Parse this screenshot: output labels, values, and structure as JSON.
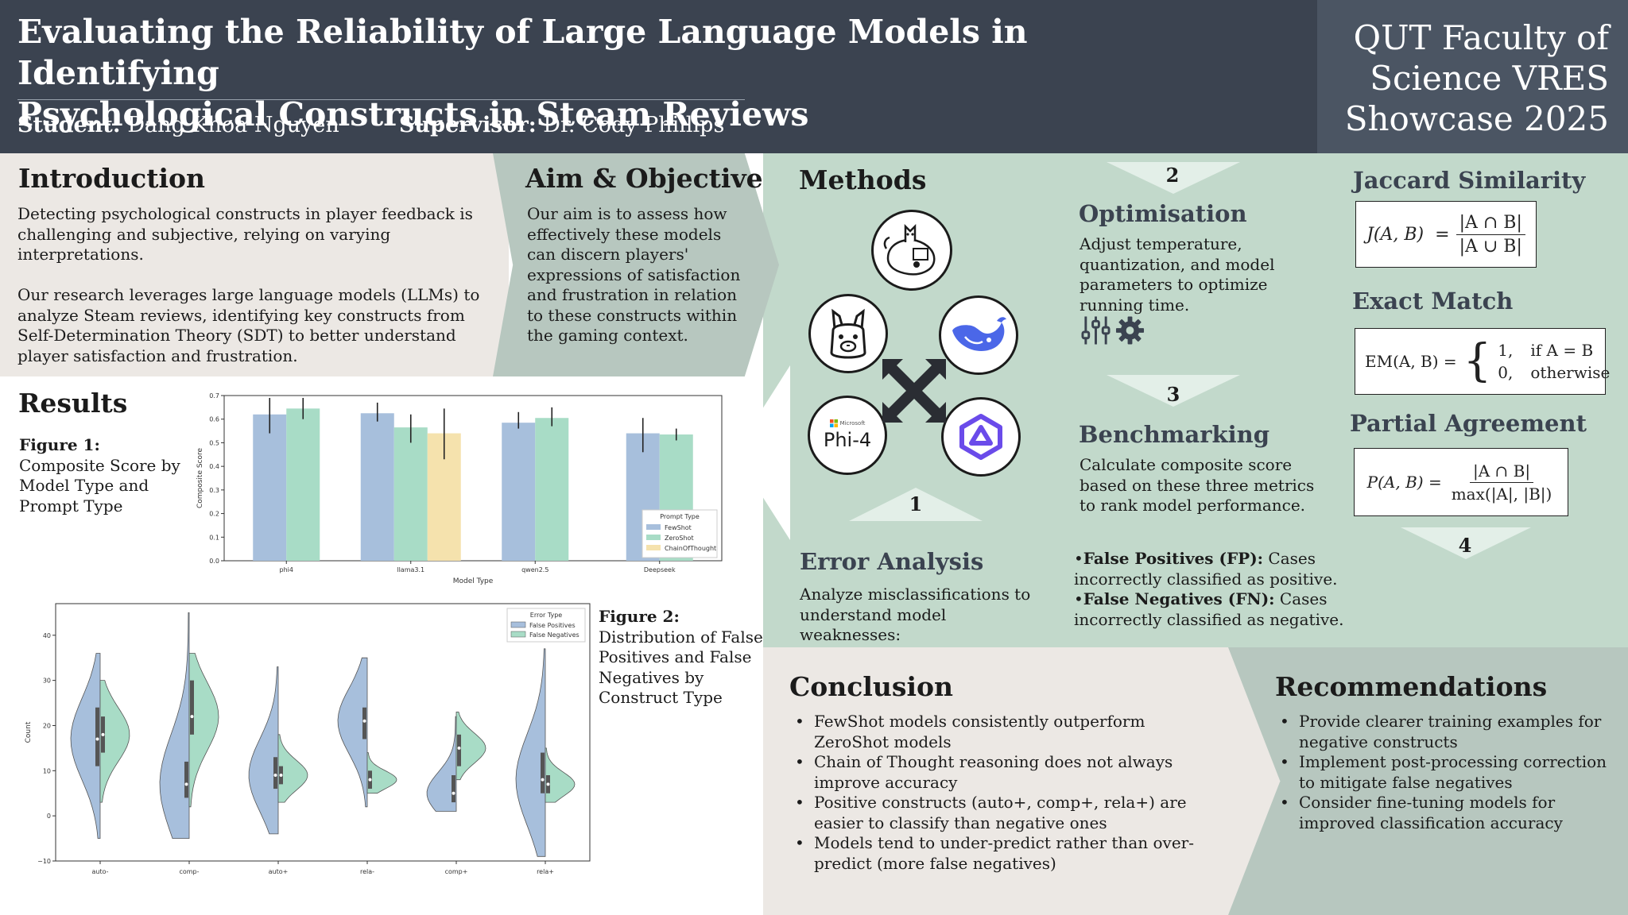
{
  "header": {
    "title_line1": "Evaluating the Reliability of Large Language Models in Identifying",
    "title_line2": "Psychological Constructs in Steam Reviews",
    "student_label": "Student:",
    "student_name": "Dang Khoa Nguyen",
    "supervisor_label": "Supervisor:",
    "supervisor_name": "Dr. Cody Phillips",
    "conference": "QUT Faculty of Science VRES Showcase 2025",
    "colors": {
      "bar": "#3b4350",
      "bar_right": "#4b5563"
    }
  },
  "introduction": {
    "heading": "Introduction",
    "p1": "Detecting psychological constructs in player feedback is challenging and subjective, relying on varying interpretations.",
    "p2": "Our research leverages large language models (LLMs) to analyze Steam reviews, identifying key constructs from Self-Determination Theory (SDT) to better understand player satisfaction and frustration."
  },
  "aim": {
    "heading": "Aim & Objective",
    "text": "Our aim is to assess how effectively these models can discern players' expressions of satisfaction and frustration in relation to these constructs within the gaming context."
  },
  "methods": {
    "heading": "Methods",
    "logos": [
      "ollama-whale-icon",
      "llama-icon",
      "deepseek-whale-icon",
      "phi-4-logo",
      "qwen-icon"
    ],
    "phi_label": "Phi-4",
    "phi_brand": "Microsoft",
    "steps": {
      "n1": "1",
      "n2": "2",
      "n3": "3",
      "n4": "4",
      "optimisation_title": "Optimisation",
      "optimisation_text": "Adjust temperature, quantization, and model parameters to optimize running time.",
      "benchmarking_title": "Benchmarking",
      "benchmarking_text": "Calculate composite score based on these three metrics to rank model performance.",
      "error_title": "Error Analysis",
      "error_text": "Analyze misclassifications to understand model weaknesses:",
      "fp_label": "False Positives (FP):",
      "fp_text": " Cases incorrectly classified as positive.",
      "fn_label": "False Negatives (FN):",
      "fn_text": " Cases incorrectly classified as negative."
    },
    "metrics": {
      "jaccard_title": "Jaccard Similarity",
      "jaccard_lhs": "J(A, B)  =",
      "jaccard_num": "|A ∩ B|",
      "jaccard_den": "|A ∪ B|",
      "exact_title": "Exact Match",
      "exact_lhs": "EM(A, B) =",
      "exact_case1_val": "1,",
      "exact_case1_cond": "if A = B",
      "exact_case2_val": "0,",
      "exact_case2_cond": "otherwise",
      "partial_title": "Partial Agreement",
      "partial_lhs": "P(A, B) =",
      "partial_num": "|A ∩ B|",
      "partial_den": "max(|A|, |B|)"
    }
  },
  "results": {
    "heading": "Results",
    "fig1_label": "Figure 1:",
    "fig1_caption": " Composite Score by Model Type and Prompt Type",
    "fig2_label": "Figure 2:",
    "fig2_caption": " Distribution of False Positives and False Negatives by Construct Type"
  },
  "chart_data": [
    {
      "type": "bar",
      "title": "",
      "xlabel": "Model Type",
      "ylabel": "Composite Score",
      "ylim": [
        0,
        0.7
      ],
      "yticks": [
        "0.0",
        "0.1",
        "0.2",
        "0.3",
        "0.4",
        "0.5",
        "0.6",
        "0.7"
      ],
      "categories": [
        "phi4",
        "llama3.1",
        "qwen2.5",
        "Deepseek"
      ],
      "legend_title": "Prompt Type",
      "legend_position": "lower-right",
      "series": [
        {
          "name": "FewShot",
          "color": "#a7bfdc",
          "values": [
            0.62,
            0.625,
            0.585,
            0.54
          ],
          "errors": [
            [
              0.54,
              0.69
            ],
            [
              0.59,
              0.67
            ],
            [
              0.56,
              0.63
            ],
            [
              0.46,
              0.605
            ]
          ]
        },
        {
          "name": "ZeroShot",
          "color": "#a8dcc6",
          "values": [
            0.645,
            0.565,
            0.605,
            0.535
          ],
          "errors": [
            [
              0.6,
              0.69
            ],
            [
              0.5,
              0.62
            ],
            [
              0.57,
              0.65
            ],
            [
              0.51,
              0.56
            ]
          ]
        },
        {
          "name": "ChainOfThought",
          "color": "#f5e2ad",
          "values": [
            null,
            0.54,
            null,
            null
          ],
          "errors": [
            null,
            [
              0.43,
              0.645
            ],
            null,
            null
          ]
        }
      ]
    },
    {
      "type": "violin",
      "title": "",
      "xlabel": "",
      "ylabel": "Count",
      "ylim": [
        -10,
        47
      ],
      "yticks": [
        "−10",
        "0",
        "10",
        "20",
        "30",
        "40"
      ],
      "categories": [
        "auto-",
        "comp-",
        "auto+",
        "rela-",
        "comp+",
        "rela+"
      ],
      "legend_title": "Error Type",
      "legend_position": "top-right",
      "series": [
        {
          "name": "False Positives",
          "color": "#a7bfdc",
          "ranges": [
            [
              -5,
              36
            ],
            [
              -5,
              45
            ],
            [
              -4,
              33
            ],
            [
              2,
              35
            ],
            [
              1,
              22
            ],
            [
              -9,
              37
            ]
          ],
          "medians": [
            17,
            7,
            9,
            21,
            5,
            8
          ],
          "iqr": [
            [
              11,
              24
            ],
            [
              4,
              12
            ],
            [
              6,
              13
            ],
            [
              17,
              24
            ],
            [
              3,
              9
            ],
            [
              5,
              14
            ]
          ]
        },
        {
          "name": "False Negatives",
          "color": "#a8dcc6",
          "ranges": [
            [
              3,
              30
            ],
            [
              2,
              36
            ],
            [
              3,
              18
            ],
            [
              5,
              14
            ],
            [
              8,
              23
            ],
            [
              3,
              15
            ]
          ],
          "medians": [
            18,
            22,
            9,
            8,
            15,
            7
          ],
          "iqr": [
            [
              14,
              22
            ],
            [
              18,
              30
            ],
            [
              7,
              11
            ],
            [
              6,
              10
            ],
            [
              11,
              18
            ],
            [
              5,
              9
            ]
          ]
        }
      ]
    }
  ],
  "conclusion": {
    "heading": "Conclusion",
    "items": [
      "FewShot models consistently outperform ZeroShot models",
      "Chain of Thought reasoning does not always improve accuracy",
      "Positive constructs (auto+, comp+, rela+) are easier to classify than negative ones",
      "Models tend to under-predict rather than over-predict (more false negatives)"
    ]
  },
  "recommendations": {
    "heading": "Recommendations",
    "items": [
      "Provide clearer training examples for negative constructs",
      "Implement post-processing correction to mitigate false negatives",
      "Consider fine-tuning models for improved classification accuracy"
    ]
  },
  "icons": {
    "settings": "sliders-icon",
    "gear": "gear-icon",
    "cross": "cross-arrows-icon"
  }
}
